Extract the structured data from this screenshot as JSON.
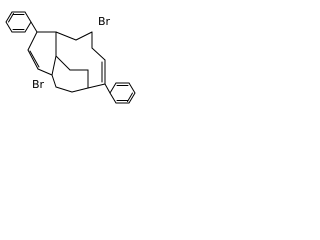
{
  "structure": {
    "atoms": {
      "br_top": "Br",
      "br_bottom": "Br"
    },
    "substituents": [
      "phenyl",
      "phenyl",
      "bromo",
      "bromo"
    ],
    "line_color": "#000000",
    "background": "#ffffff"
  }
}
